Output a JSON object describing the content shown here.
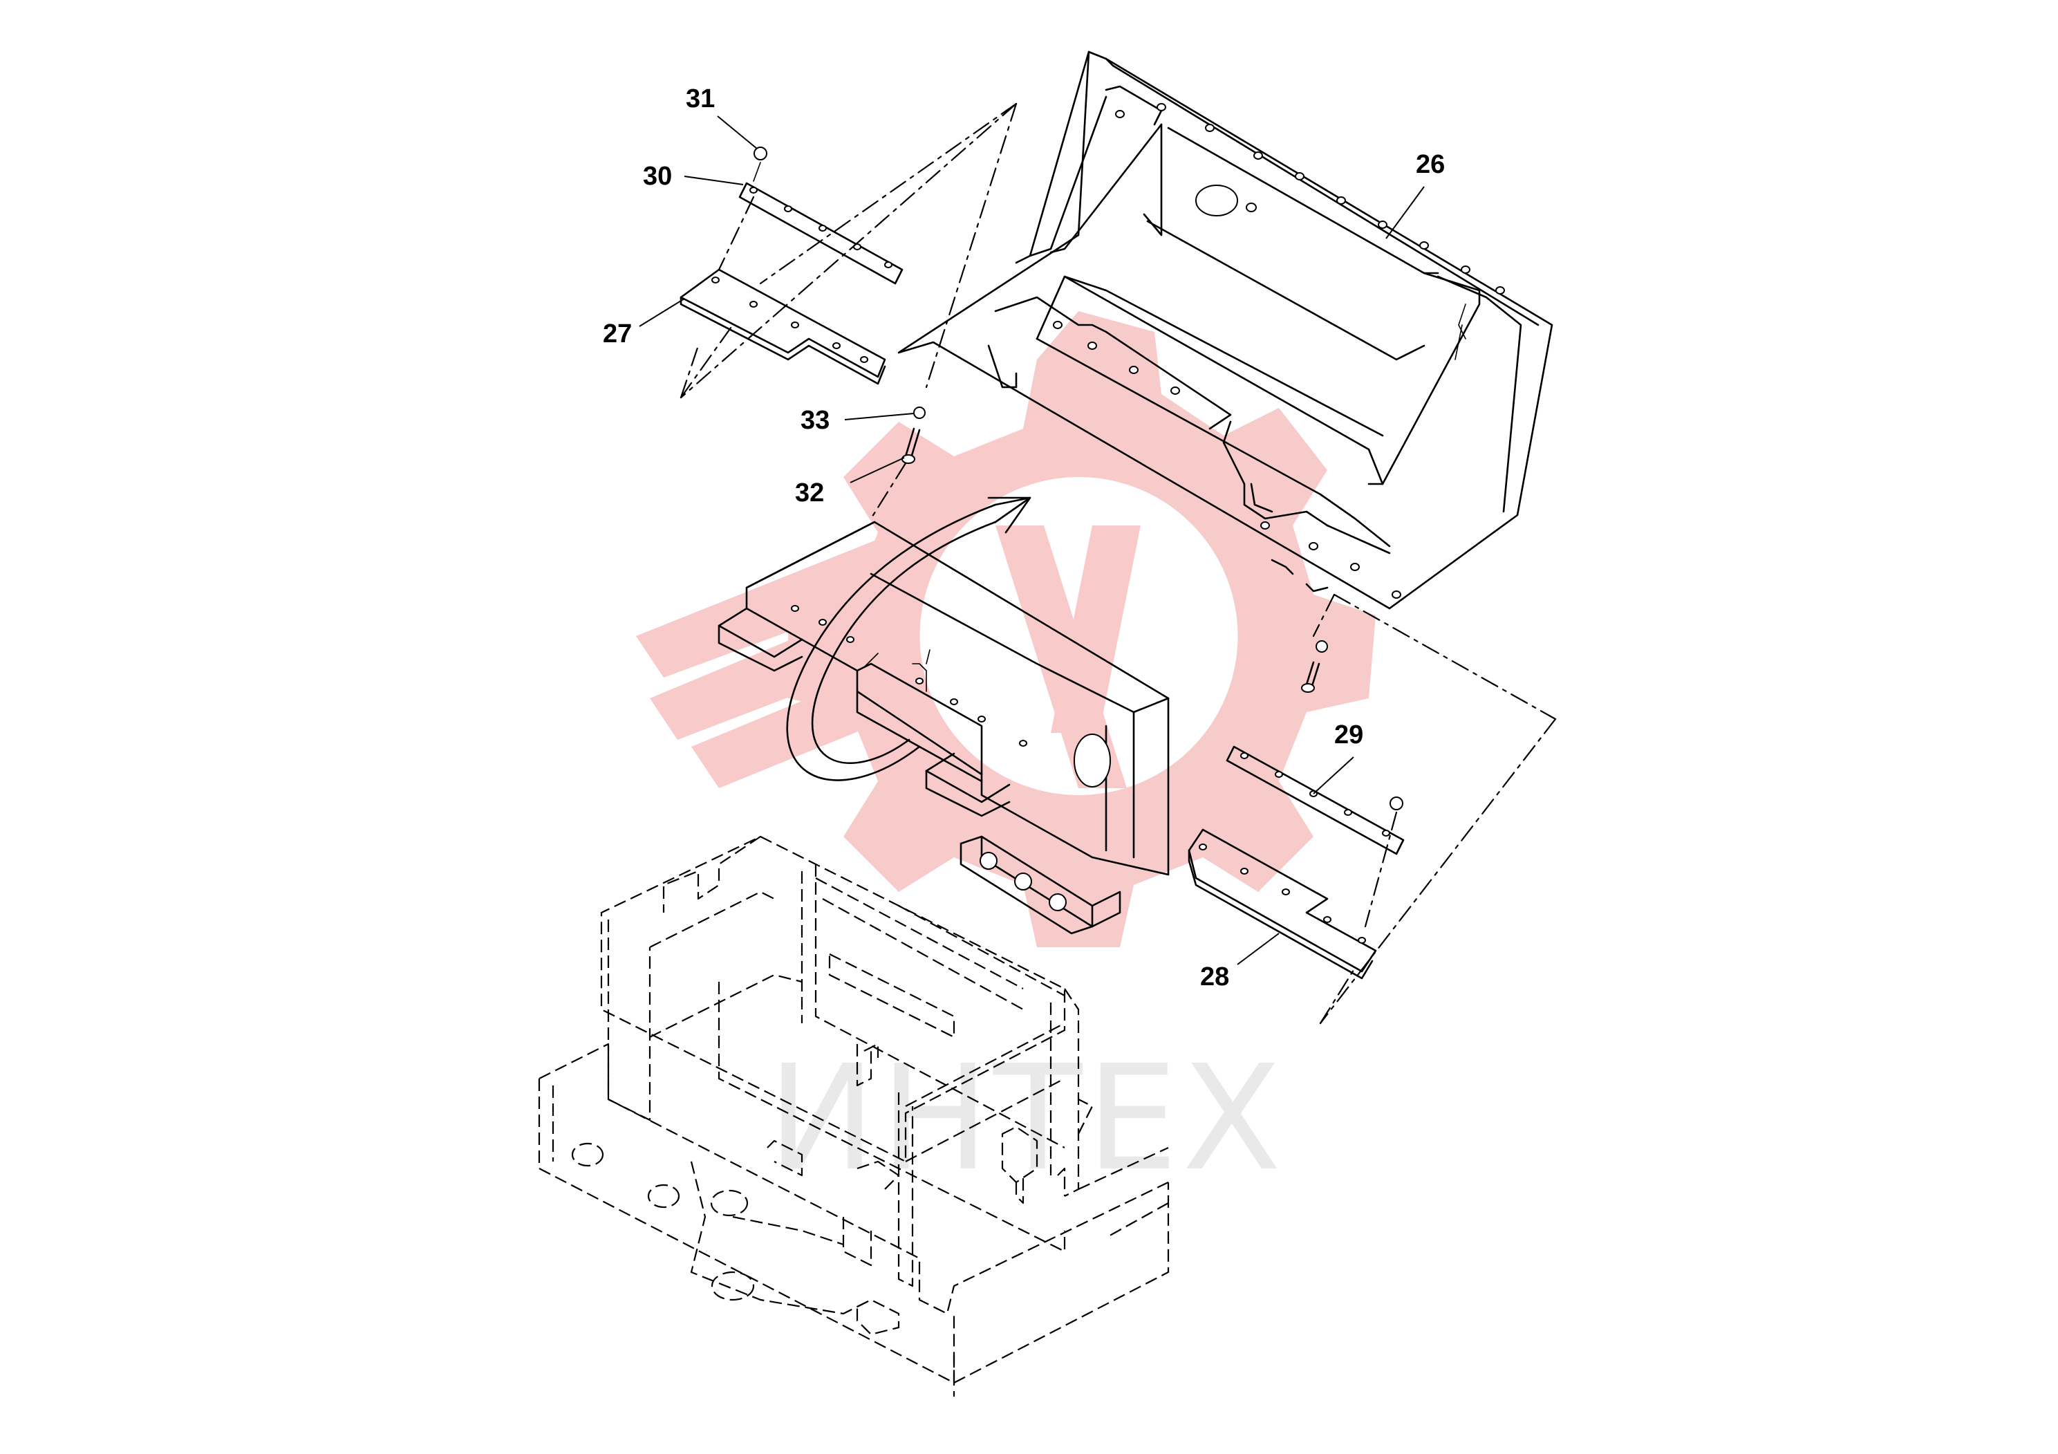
{
  "watermark": {
    "text": "ИНТЕХ",
    "logo_color": "#f5b8b8",
    "text_color": "#d8d8d8",
    "icon": "gear-logo-icon"
  },
  "callouts": [
    {
      "id": "26",
      "label": "26"
    },
    {
      "id": "27",
      "label": "27"
    },
    {
      "id": "28",
      "label": "28"
    },
    {
      "id": "29",
      "label": "29"
    },
    {
      "id": "30",
      "label": "30"
    },
    {
      "id": "31",
      "label": "31"
    },
    {
      "id": "32",
      "label": "32"
    },
    {
      "id": "33",
      "label": "33"
    }
  ]
}
